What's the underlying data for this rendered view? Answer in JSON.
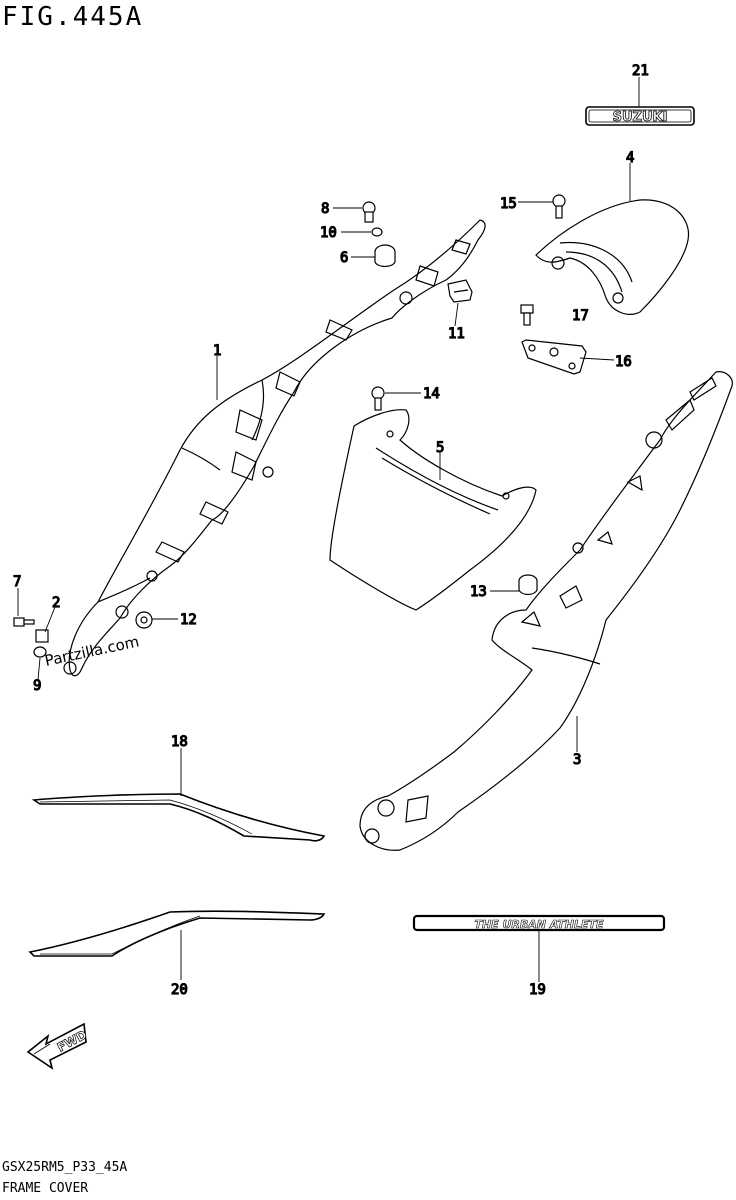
{
  "header": {
    "figure": "FIG.445A"
  },
  "footer": {
    "code": "GSX25RM5_P33_45A",
    "caption": "FRAME COVER"
  },
  "watermark": "Partzilla.com",
  "emblems": {
    "suzuki": "SUZUKI",
    "urban": "THE URBAN ATHLETE",
    "fwd": "FWD"
  },
  "callouts": {
    "p1": "1",
    "p2": "2",
    "p3": "3",
    "p4": "4",
    "p5": "5",
    "p6": "6",
    "p7": "7",
    "p8": "8",
    "p9": "9",
    "p10": "10",
    "p11": "11",
    "p12": "12",
    "p13": "13",
    "p14": "14",
    "p15": "15",
    "p16": "16",
    "p17": "17",
    "p18": "18",
    "p19": "19",
    "p20": "20",
    "p21": "21"
  }
}
